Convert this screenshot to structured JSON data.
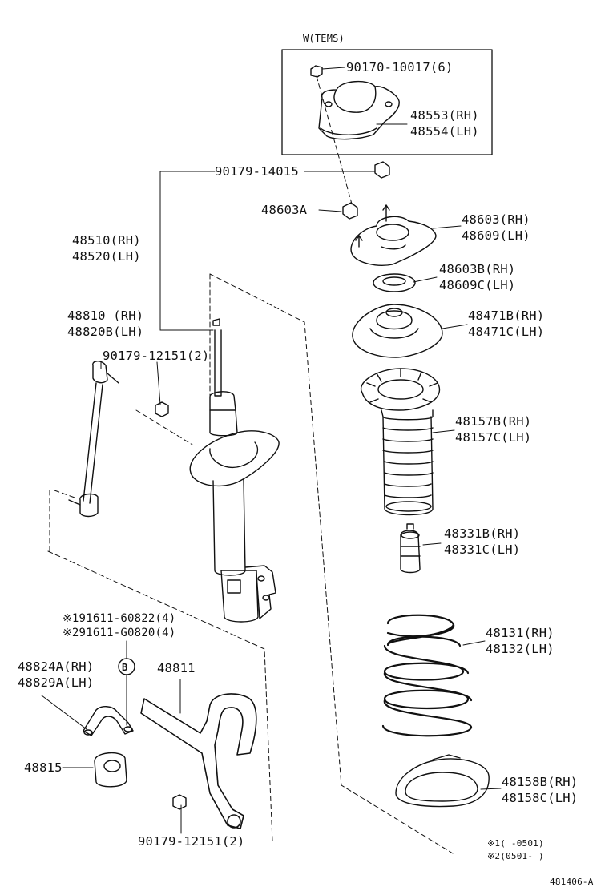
{
  "tems_box_title": "W(TEMS)",
  "parts": [
    {
      "id": "p90170",
      "text": "90170-10017(6)"
    },
    {
      "id": "p48553",
      "text": "48553(RH)"
    },
    {
      "id": "p48554",
      "text": "48554(LH)"
    },
    {
      "id": "p90179_14015",
      "text": "90179-14015"
    },
    {
      "id": "p48603A",
      "text": "48603A"
    },
    {
      "id": "p48603",
      "text": "48603(RH)"
    },
    {
      "id": "p48609",
      "text": "48609(LH)"
    },
    {
      "id": "p48510",
      "text": "48510(RH)"
    },
    {
      "id": "p48520",
      "text": "48520(LH)"
    },
    {
      "id": "p48603B",
      "text": "48603B(RH)"
    },
    {
      "id": "p48609C",
      "text": "48609C(LH)"
    },
    {
      "id": "p48810",
      "text": "48810 (RH)"
    },
    {
      "id": "p48820B",
      "text": "48820B(LH)"
    },
    {
      "id": "p48471B",
      "text": "48471B(RH)"
    },
    {
      "id": "p48471C",
      "text": "48471C(LH)"
    },
    {
      "id": "p90179_12151a",
      "text": "90179-12151(2)"
    },
    {
      "id": "p48157B",
      "text": "48157B(RH)"
    },
    {
      "id": "p48157C",
      "text": "48157C(LH)"
    },
    {
      "id": "p48331B",
      "text": "48331B(RH)"
    },
    {
      "id": "p48331C",
      "text": "48331C(LH)"
    },
    {
      "id": "p91611_60822",
      "text": "※191611-60822(4)"
    },
    {
      "id": "p91611_G0820",
      "text": "※291611-G0820(4)"
    },
    {
      "id": "p48131",
      "text": "48131(RH)"
    },
    {
      "id": "p48132",
      "text": "48132(LH)"
    },
    {
      "id": "p48824A",
      "text": "48824A(RH)"
    },
    {
      "id": "p48829A",
      "text": "48829A(LH)"
    },
    {
      "id": "p48811",
      "text": "48811"
    },
    {
      "id": "p48815",
      "text": "48815"
    },
    {
      "id": "p48158B",
      "text": "48158B(RH)"
    },
    {
      "id": "p48158C",
      "text": "48158C(LH)"
    },
    {
      "id": "p90179_12151b",
      "text": "90179-12151(2)"
    }
  ],
  "marker_b": "B",
  "footnotes": [
    "※1(      -0501)",
    "※2(0501-      )"
  ],
  "diagram_code": "481406-A"
}
